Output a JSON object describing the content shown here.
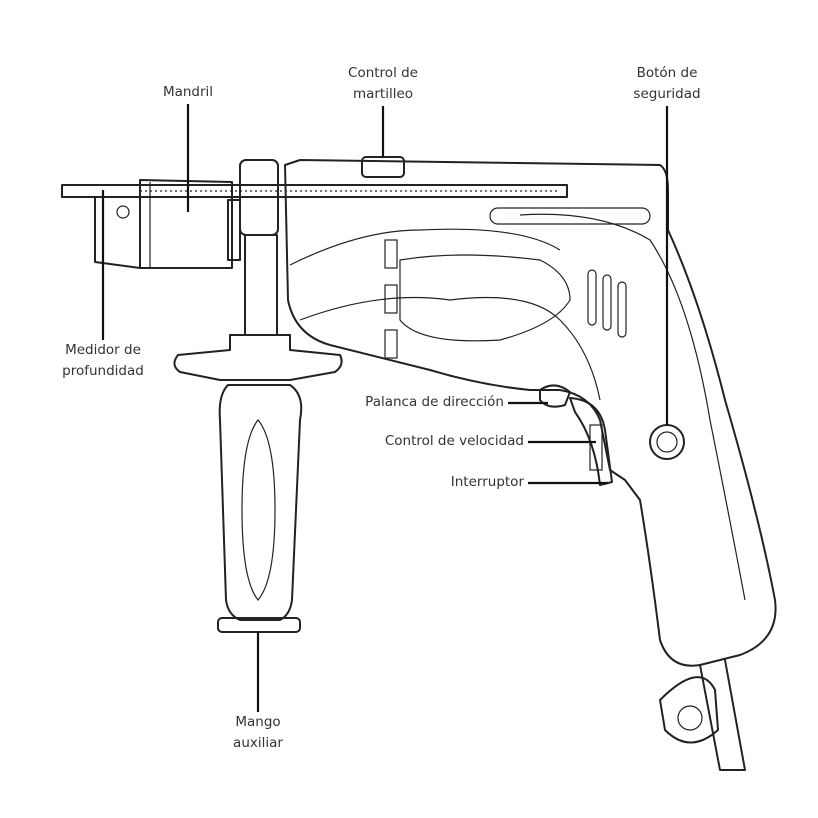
{
  "labels": {
    "mandril": "Mandril",
    "control_martilleo": [
      "Control de",
      "martilleo"
    ],
    "boton_seguridad": [
      "Botón de",
      "seguridad"
    ],
    "medidor_profundidad": [
      "Medidor de",
      "profundidad"
    ],
    "palanca_direccion": "Palanca de dirección",
    "control_velocidad": "Control de velocidad",
    "interruptor": "Interruptor",
    "mango_auxiliar": [
      "Mango",
      "auxiliar"
    ]
  }
}
